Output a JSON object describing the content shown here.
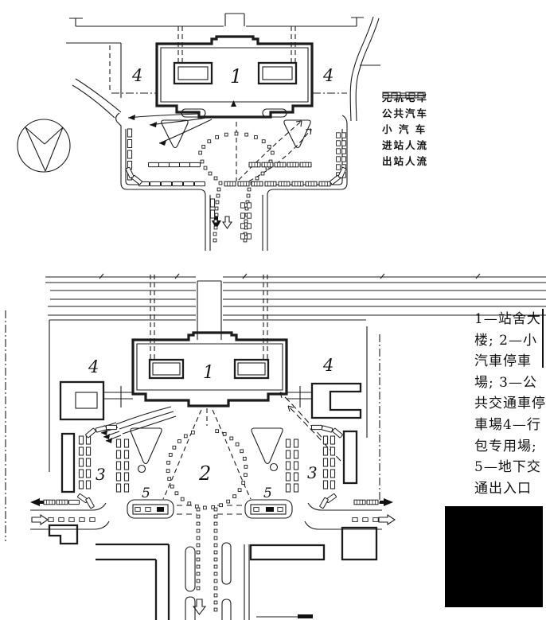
{
  "legend": {
    "items": [
      {
        "id": "trolleybus",
        "label": "无轨电车"
      },
      {
        "id": "bus",
        "label": "公共汽车"
      },
      {
        "id": "car",
        "label": "小 汽 车"
      },
      {
        "id": "enter-flow",
        "label": "进站人流"
      },
      {
        "id": "exit-flow",
        "label": "出站人流"
      }
    ]
  },
  "caption": {
    "lines": [
      "1—站舍大",
      "楼; 2—小",
      "汽車停車",
      "場; 3—公",
      "共交通車停",
      "車場4—行",
      "包专用場;",
      "5—地下交",
      "通出入口"
    ]
  },
  "labels": {
    "station_building": "1",
    "car_park": "2",
    "transit_park": "3",
    "luggage_yard": "4",
    "underground_entrance": "5"
  }
}
